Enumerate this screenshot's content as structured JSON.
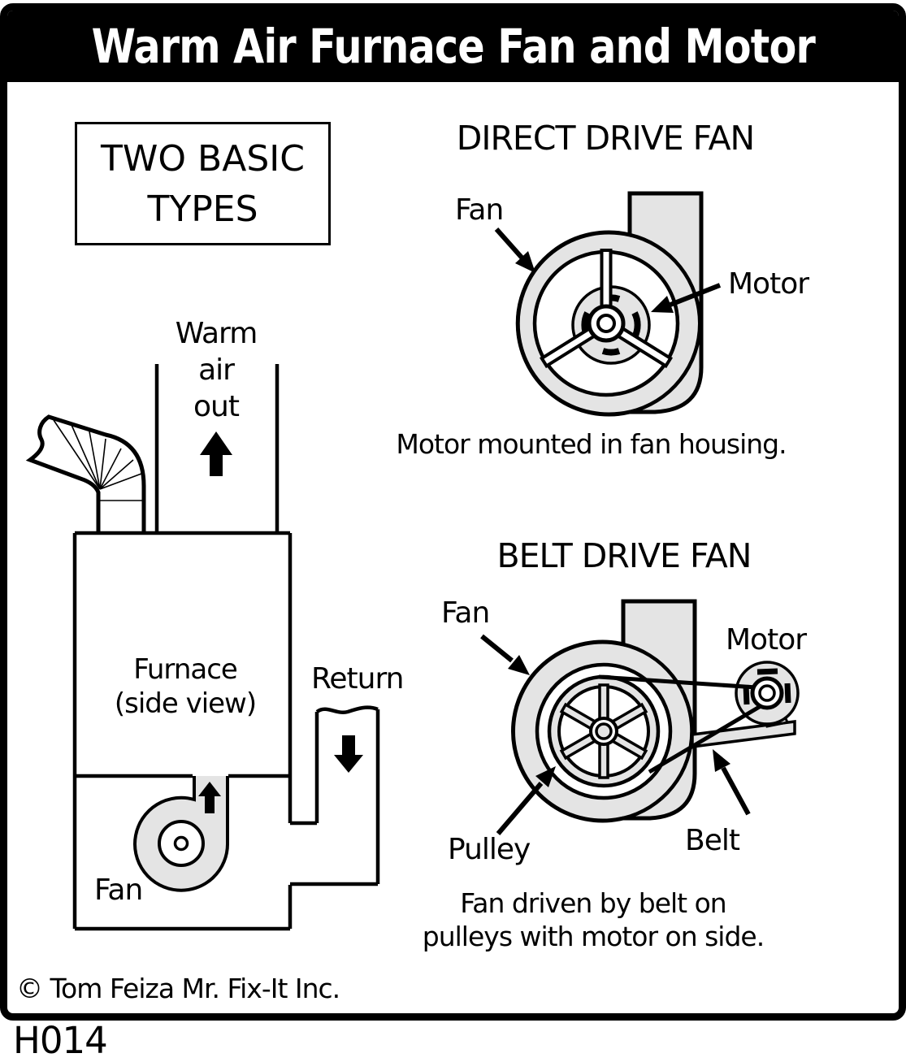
{
  "title": "Warm Air Furnace Fan and Motor",
  "code": "H014",
  "copyright": "© Tom Feiza Mr. Fix-It Inc.",
  "colors": {
    "line": "#000000",
    "fill_gray": "#e4e4e4",
    "background": "#ffffff",
    "title_bg": "#000000",
    "title_fg": "#ffffff"
  },
  "types_box": {
    "line1": "TWO BASIC",
    "line2": "TYPES"
  },
  "furnace": {
    "warm_air": [
      "Warm",
      "air",
      "out"
    ],
    "label_line1": "Furnace",
    "label_line2": "(side view)",
    "return_label": "Return",
    "fan_label": "Fan"
  },
  "direct": {
    "heading": "DIRECT DRIVE FAN",
    "fan_label": "Fan",
    "motor_label": "Motor",
    "caption": "Motor mounted in fan housing."
  },
  "belt": {
    "heading": "BELT DRIVE FAN",
    "fan_label": "Fan",
    "motor_label": "Motor",
    "pulley_label": "Pulley",
    "belt_label": "Belt",
    "caption_line1": "Fan driven by belt on",
    "caption_line2": "pulleys with motor on side."
  }
}
